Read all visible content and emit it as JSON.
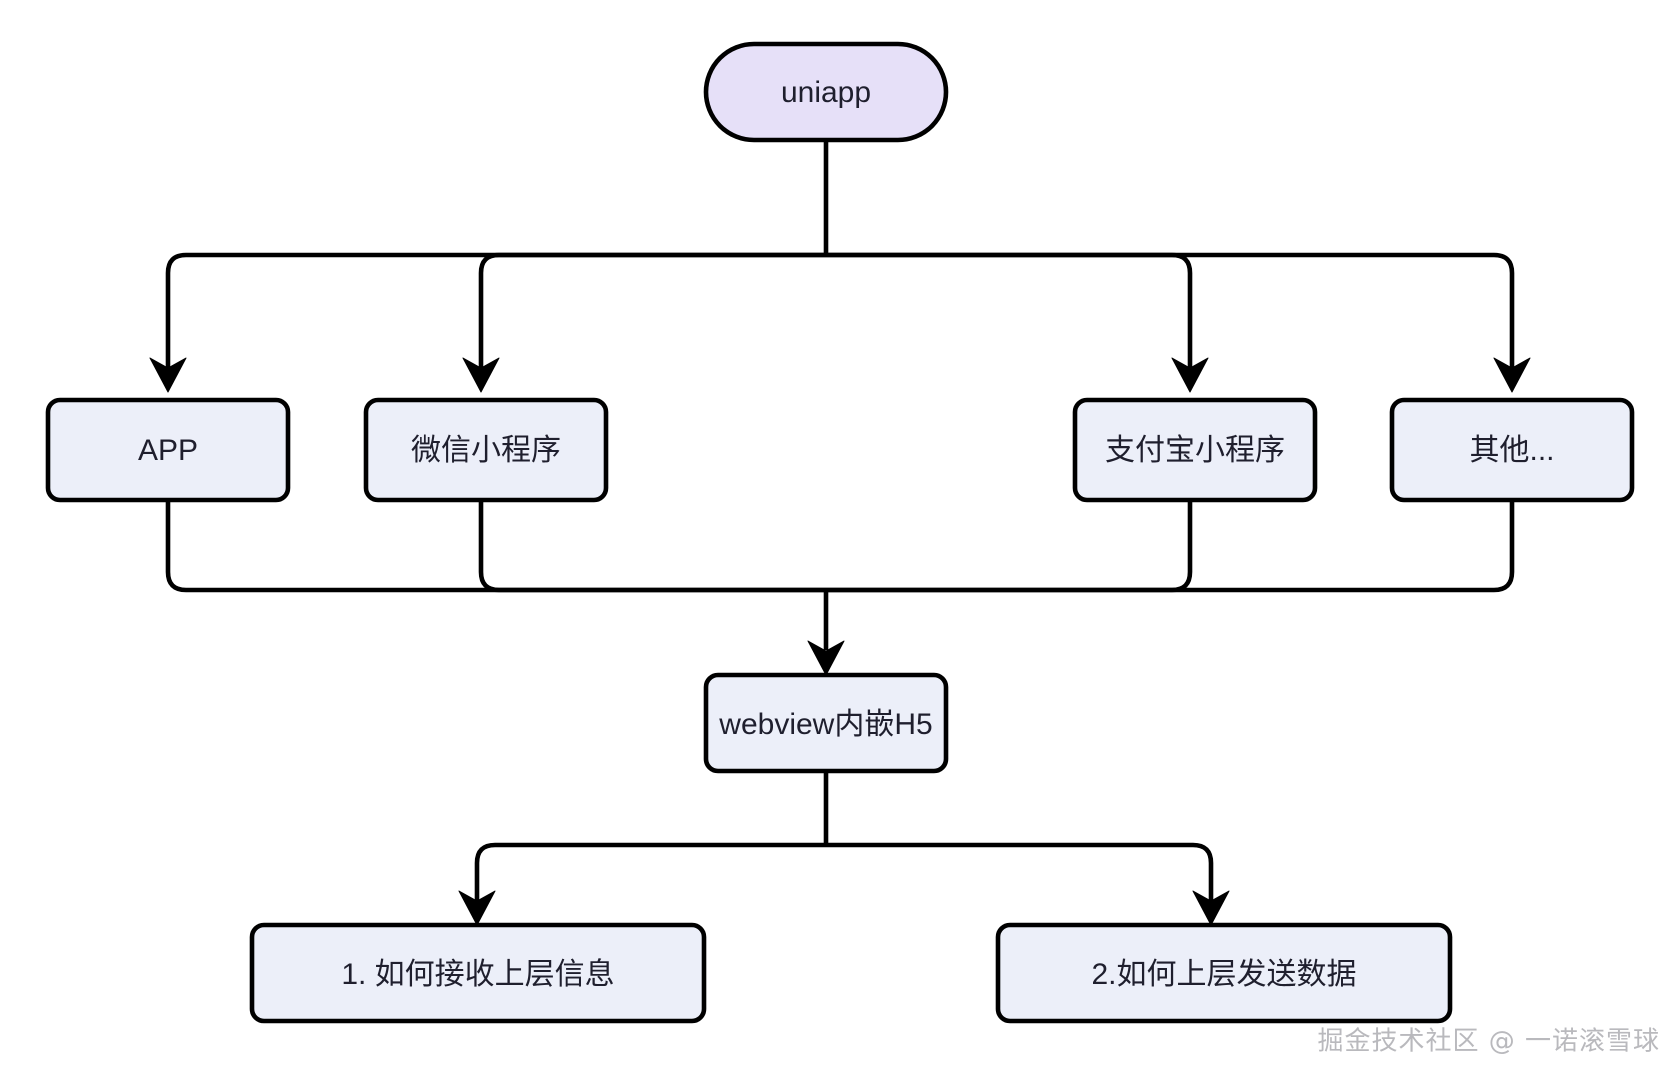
{
  "diagram": {
    "title": "uniapp webview communication flowchart",
    "orientation": "top-down",
    "background_color": "#ffffff",
    "edge_color": "#000000",
    "nodes": {
      "root": {
        "id": "uniapp",
        "label": "uniapp",
        "shape": "stadium",
        "fill": "#E6E0F8",
        "stroke": "#000000"
      },
      "platforms": [
        {
          "id": "app",
          "label": "APP",
          "shape": "rounded-rect",
          "fill": "#ECEFF9",
          "stroke": "#000000"
        },
        {
          "id": "wechat-miniprogram",
          "label": "微信小程序",
          "shape": "rounded-rect",
          "fill": "#ECEFF9",
          "stroke": "#000000"
        },
        {
          "id": "alipay-miniprogram",
          "label": "支付宝小程序",
          "shape": "rounded-rect",
          "fill": "#ECEFF9",
          "stroke": "#000000"
        },
        {
          "id": "others",
          "label": "其他...",
          "shape": "rounded-rect",
          "fill": "#ECEFF9",
          "stroke": "#000000"
        }
      ],
      "webview": {
        "id": "webview-h5",
        "label": "webview内嵌H5",
        "shape": "rounded-rect",
        "fill": "#ECEFF9",
        "stroke": "#000000"
      },
      "questions": [
        {
          "id": "receive-upper-message",
          "label": "1. 如何接收上层信息",
          "shape": "rounded-rect",
          "fill": "#ECEFF9",
          "stroke": "#000000"
        },
        {
          "id": "send-upper-data",
          "label": "2.如何上层发送数据",
          "shape": "rounded-rect",
          "fill": "#ECEFF9",
          "stroke": "#000000"
        }
      ]
    },
    "edges": [
      {
        "from": "uniapp",
        "to": "app",
        "style": "elbow-arrow"
      },
      {
        "from": "uniapp",
        "to": "wechat-miniprogram",
        "style": "elbow-arrow"
      },
      {
        "from": "uniapp",
        "to": "alipay-miniprogram",
        "style": "elbow-arrow"
      },
      {
        "from": "uniapp",
        "to": "others",
        "style": "elbow-arrow"
      },
      {
        "from": "app",
        "to": "webview-h5",
        "style": "elbow-arrow"
      },
      {
        "from": "wechat-miniprogram",
        "to": "webview-h5",
        "style": "elbow-arrow"
      },
      {
        "from": "alipay-miniprogram",
        "to": "webview-h5",
        "style": "elbow-arrow"
      },
      {
        "from": "others",
        "to": "webview-h5",
        "style": "elbow-arrow"
      },
      {
        "from": "webview-h5",
        "to": "receive-upper-message",
        "style": "elbow-arrow"
      },
      {
        "from": "webview-h5",
        "to": "send-upper-data",
        "style": "elbow-arrow"
      }
    ]
  },
  "watermark": {
    "text": "掘金技术社区 @ 一诺滚雪球",
    "color": "#b9b9bd"
  }
}
